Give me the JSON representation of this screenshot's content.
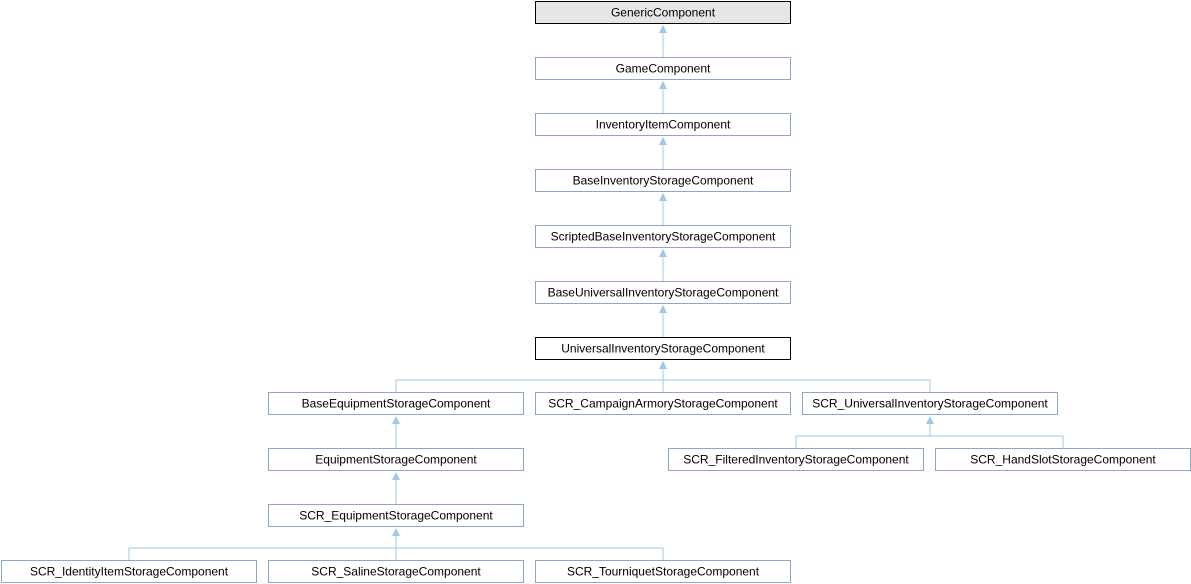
{
  "diagram": {
    "nodes": [
      {
        "id": "generic",
        "label": "GenericComponent",
        "style": "root"
      },
      {
        "id": "game",
        "label": "GameComponent",
        "style": "normal"
      },
      {
        "id": "inventory_item",
        "label": "InventoryItemComponent",
        "style": "normal"
      },
      {
        "id": "base_inventory_storage",
        "label": "BaseInventoryStorageComponent",
        "style": "normal"
      },
      {
        "id": "scripted_base_inventory_storage",
        "label": "ScriptedBaseInventoryStorageComponent",
        "style": "normal"
      },
      {
        "id": "base_universal_inventory_storage",
        "label": "BaseUniversalInventoryStorageComponent",
        "style": "normal"
      },
      {
        "id": "universal_inventory_storage",
        "label": "UniversalInventoryStorageComponent",
        "style": "current"
      },
      {
        "id": "base_equipment_storage",
        "label": "BaseEquipmentStorageComponent",
        "style": "normal"
      },
      {
        "id": "scr_campaign_armory_storage",
        "label": "SCR_CampaignArmoryStorageComponent",
        "style": "normal"
      },
      {
        "id": "scr_universal_inventory_storage",
        "label": "SCR_UniversalInventoryStorageComponent",
        "style": "normal"
      },
      {
        "id": "equipment_storage",
        "label": "EquipmentStorageComponent",
        "style": "normal"
      },
      {
        "id": "scr_filtered_inventory_storage",
        "label": "SCR_FilteredInventoryStorageComponent",
        "style": "normal"
      },
      {
        "id": "scr_hand_slot_storage",
        "label": "SCR_HandSlotStorageComponent",
        "style": "normal"
      },
      {
        "id": "scr_equipment_storage",
        "label": "SCR_EquipmentStorageComponent",
        "style": "normal"
      },
      {
        "id": "scr_identity_item_storage",
        "label": "SCR_IdentityItemStorageComponent",
        "style": "normal"
      },
      {
        "id": "scr_saline_storage",
        "label": "SCR_SalineStorageComponent",
        "style": "normal"
      },
      {
        "id": "scr_tourniquet_storage",
        "label": "SCR_TourniquetStorageComponent",
        "style": "normal"
      }
    ],
    "edges": [
      {
        "child": "game",
        "parent": "generic"
      },
      {
        "child": "inventory_item",
        "parent": "game"
      },
      {
        "child": "base_inventory_storage",
        "parent": "inventory_item"
      },
      {
        "child": "scripted_base_inventory_storage",
        "parent": "base_inventory_storage"
      },
      {
        "child": "base_universal_inventory_storage",
        "parent": "scripted_base_inventory_storage"
      },
      {
        "child": "universal_inventory_storage",
        "parent": "base_universal_inventory_storage"
      },
      {
        "child": "base_equipment_storage",
        "parent": "universal_inventory_storage"
      },
      {
        "child": "scr_campaign_armory_storage",
        "parent": "universal_inventory_storage"
      },
      {
        "child": "scr_universal_inventory_storage",
        "parent": "universal_inventory_storage"
      },
      {
        "child": "equipment_storage",
        "parent": "base_equipment_storage"
      },
      {
        "child": "scr_filtered_inventory_storage",
        "parent": "scr_universal_inventory_storage"
      },
      {
        "child": "scr_hand_slot_storage",
        "parent": "scr_universal_inventory_storage"
      },
      {
        "child": "scr_equipment_storage",
        "parent": "equipment_storage"
      },
      {
        "child": "scr_identity_item_storage",
        "parent": "scr_equipment_storage"
      },
      {
        "child": "scr_saline_storage",
        "parent": "scr_equipment_storage"
      },
      {
        "child": "scr_tourniquet_storage",
        "parent": "scr_equipment_storage"
      }
    ]
  },
  "colors": {
    "edge": "#9fc7e6",
    "node_border": "#8ea6c7",
    "root_fill": "#e6e6e6",
    "current_border": "#000000"
  }
}
